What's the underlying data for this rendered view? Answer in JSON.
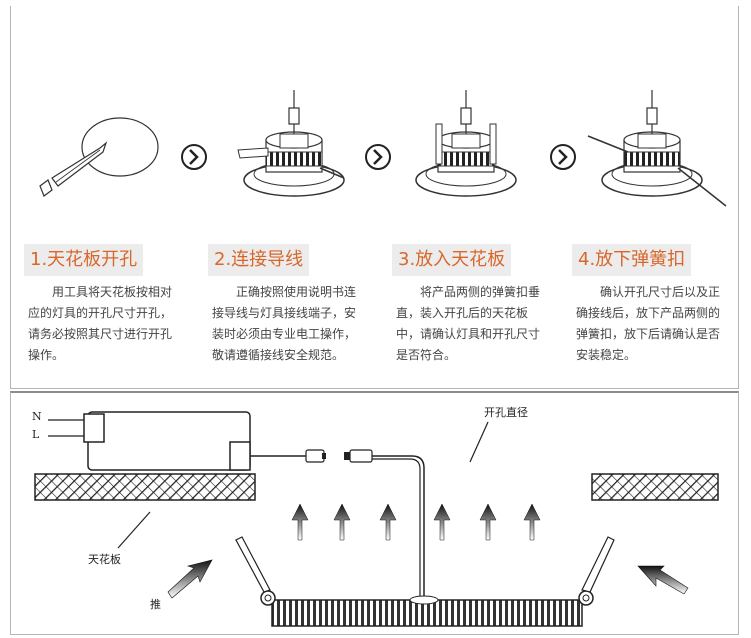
{
  "steps": [
    {
      "title": "1.天花板开孔",
      "description": "用工具将天花板按相对应的灯具的开孔尺寸开孔，请务必按照其尺寸进行开孔操作。"
    },
    {
      "title": "2.连接导线",
      "description": "正确按照使用说明书连接导线与灯具接线端子，安装时必须由专业电工操作，敬请遵循接线安全规范。"
    },
    {
      "title": "3.放入天花板",
      "description": "将产品两侧的弹簧扣垂直，装入开孔后的天花板中，请确认灯具和开孔尺寸是否符合。"
    },
    {
      "title": "4.放下弹簧扣",
      "description": "确认开孔尺寸后以及正确接线后，放下产品两侧的弹簧扣，放下后请确认是否安装稳定。"
    }
  ],
  "arrows": [
    "arrow-right-icon",
    "arrow-right-icon",
    "arrow-right-icon"
  ],
  "diagram": {
    "label_n": "N",
    "label_l": "L",
    "label_hole_diameter": "开孔直径",
    "label_ceiling": "天花板",
    "label_push": "推"
  },
  "colors": {
    "title_text": "#d8672b",
    "title_bg": "#ececec",
    "frame": "#b5b5b5"
  }
}
